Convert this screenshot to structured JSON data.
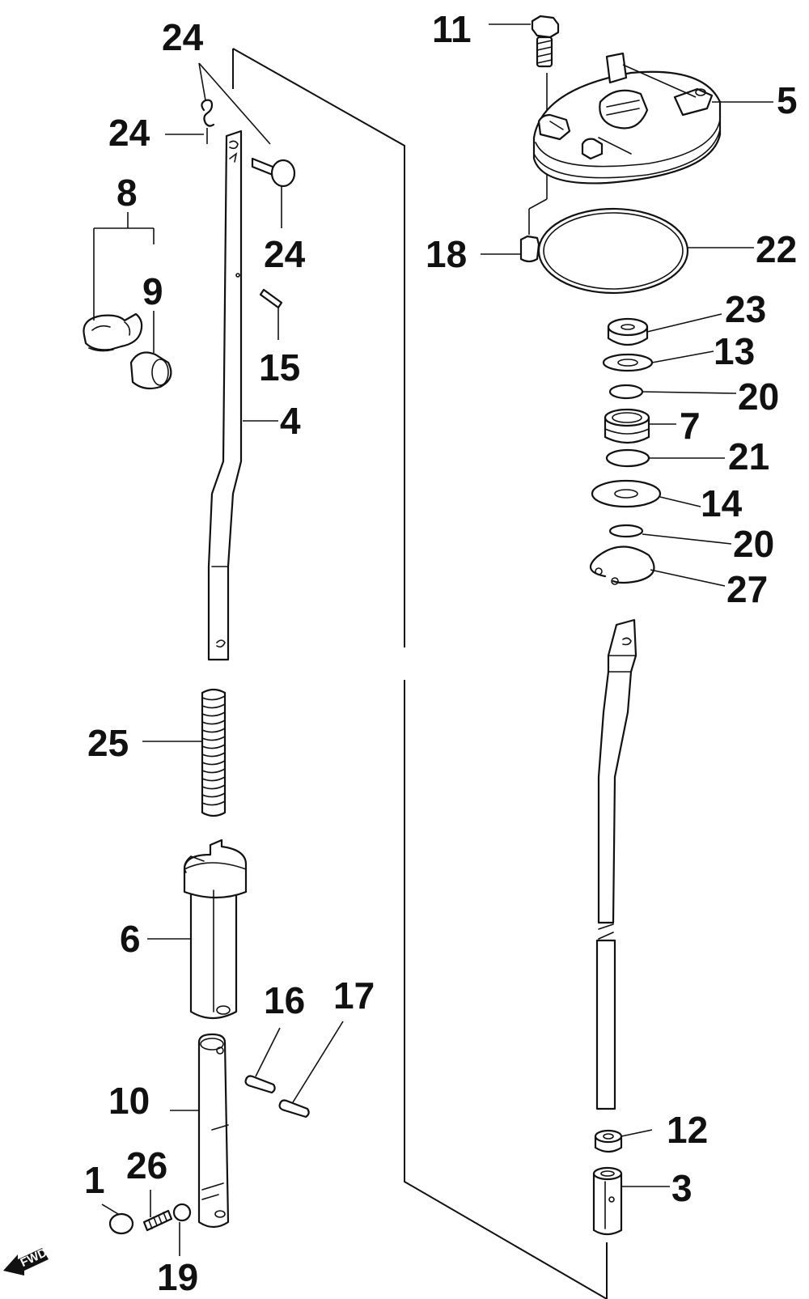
{
  "diagram": {
    "callouts": [
      {
        "id": "c24a",
        "text": "24"
      },
      {
        "id": "c24b",
        "text": "24"
      },
      {
        "id": "c24c",
        "text": "24"
      },
      {
        "id": "c8",
        "text": "8"
      },
      {
        "id": "c9",
        "text": "9"
      },
      {
        "id": "c15",
        "text": "15"
      },
      {
        "id": "c4",
        "text": "4"
      },
      {
        "id": "c25",
        "text": "25"
      },
      {
        "id": "c6",
        "text": "6"
      },
      {
        "id": "c16",
        "text": "16"
      },
      {
        "id": "c17",
        "text": "17"
      },
      {
        "id": "c10",
        "text": "10"
      },
      {
        "id": "c1",
        "text": "1"
      },
      {
        "id": "c26",
        "text": "26"
      },
      {
        "id": "c19",
        "text": "19"
      },
      {
        "id": "c11",
        "text": "11"
      },
      {
        "id": "c5",
        "text": "5"
      },
      {
        "id": "c18",
        "text": "18"
      },
      {
        "id": "c22",
        "text": "22"
      },
      {
        "id": "c23",
        "text": "23"
      },
      {
        "id": "c13",
        "text": "13"
      },
      {
        "id": "c20a",
        "text": "20"
      },
      {
        "id": "c7",
        "text": "7"
      },
      {
        "id": "c21",
        "text": "21"
      },
      {
        "id": "c14",
        "text": "14"
      },
      {
        "id": "c20b",
        "text": "20"
      },
      {
        "id": "c27",
        "text": "27"
      },
      {
        "id": "c12",
        "text": "12"
      },
      {
        "id": "c3",
        "text": "3"
      }
    ],
    "fwd_label": "FWD",
    "colors": {
      "ink": "#111111",
      "paper": "#ffffff"
    }
  }
}
